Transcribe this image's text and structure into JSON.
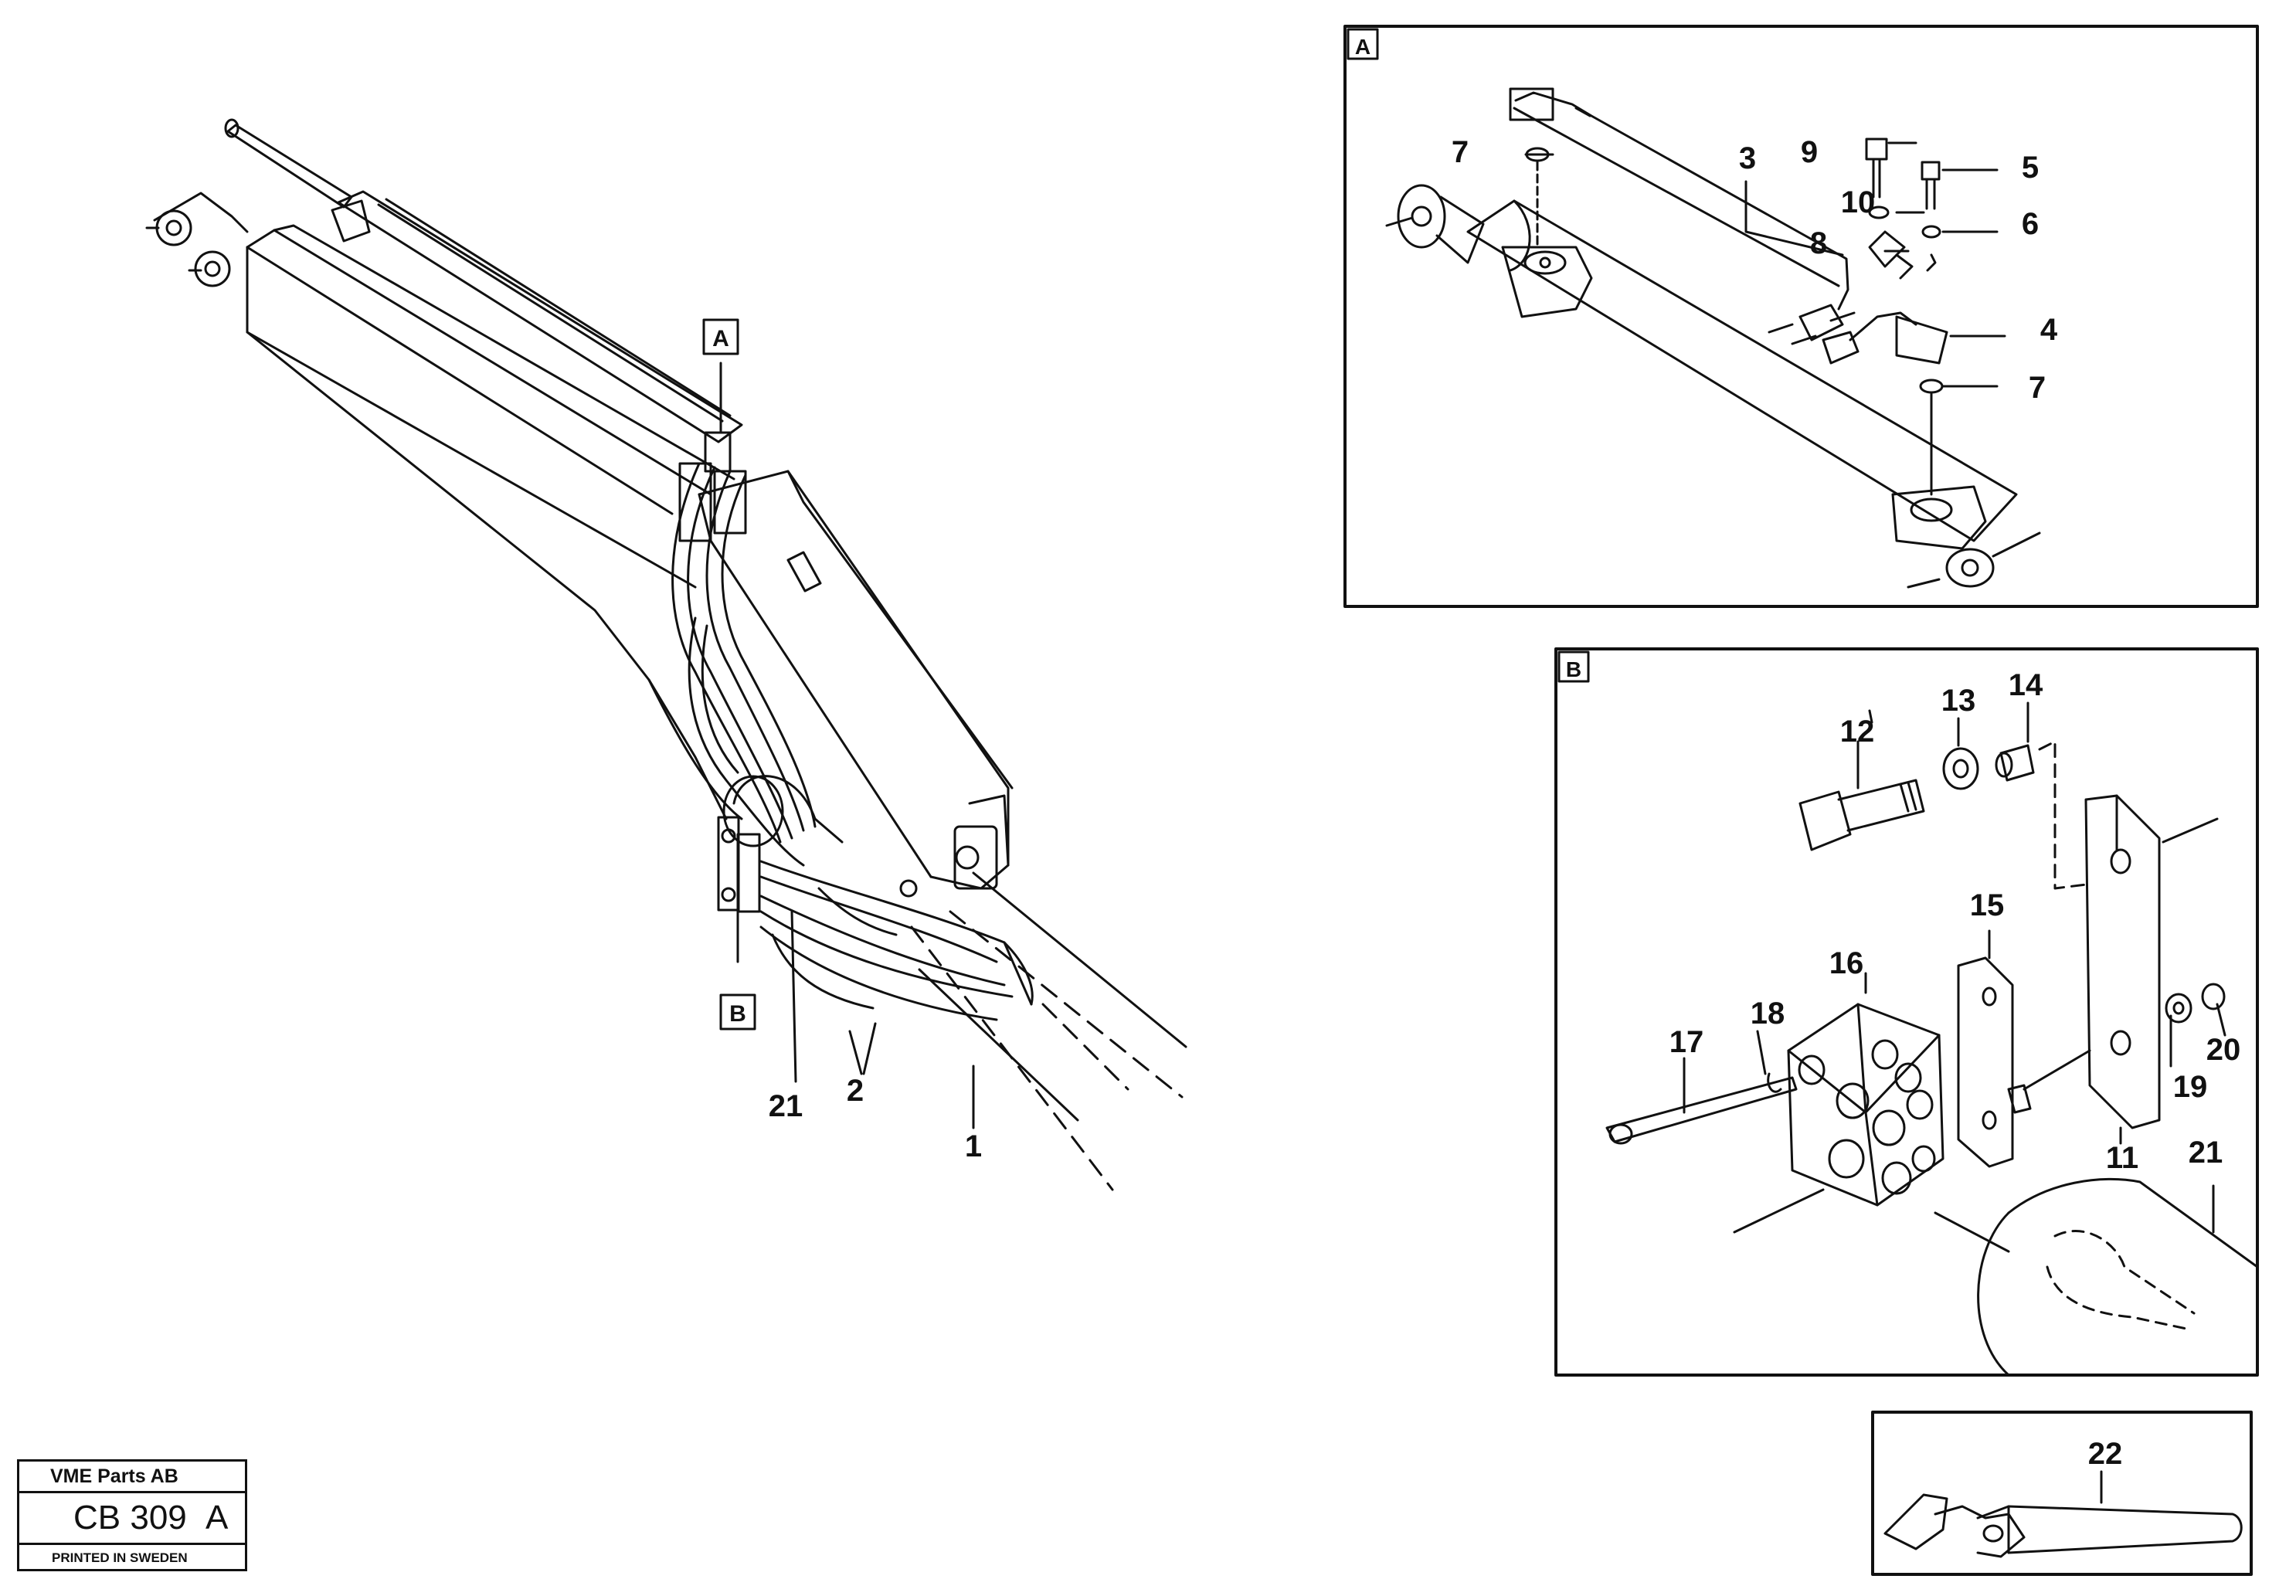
{
  "drawing": {
    "main_callouts": {
      "box_a": "A",
      "box_b": "B",
      "p1": "1",
      "p2": "2",
      "p21": "21"
    },
    "detail_a": {
      "tag": "A",
      "labels": {
        "p3": "3",
        "p4": "4",
        "p5": "5",
        "p6": "6",
        "p7a": "7",
        "p7b": "7",
        "p8": "8",
        "p9": "9",
        "p10": "10"
      }
    },
    "detail_b": {
      "tag": "B",
      "labels": {
        "p11": "11",
        "p12": "12",
        "p13": "13",
        "p14": "14",
        "p15": "15",
        "p16": "16",
        "p17": "17",
        "p18": "18",
        "p19": "19",
        "p20": "20",
        "p21": "21"
      }
    },
    "detail_22": {
      "label": "22"
    }
  },
  "title_block": {
    "company": "VME Parts AB",
    "drawing_number": "CB 309",
    "revision": "A",
    "printed": "PRINTED IN SWEDEN"
  }
}
